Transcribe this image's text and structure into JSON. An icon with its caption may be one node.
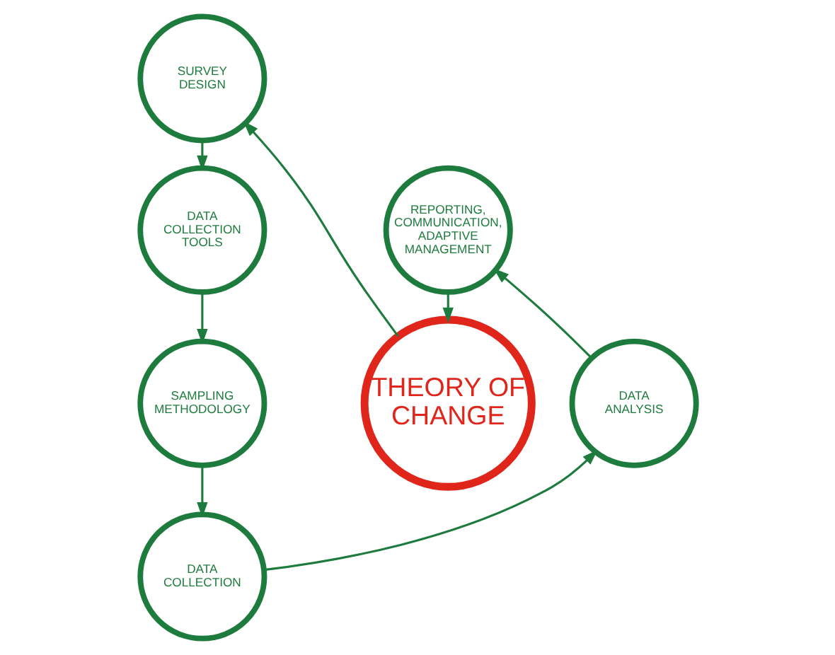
{
  "diagram": {
    "nodes": [
      {
        "text": [
          "SURVEY DESIGN"
        ]
      },
      {
        "text": [
          "REPORTING, COMMUNICATION, ADAPTIVE MANAGEMENT"
        ]
      },
      {
        "text": [
          "DATA COLLECTION TOOLS"
        ]
      },
      {
        "text": [
          "THEORY OF CHANGE"
        ]
      },
      {
        "text": [
          "DATA ANALYSIS"
        ]
      },
      {
        "text": [
          "SAMPLING METHODOLOGY"
        ]
      },
      {
        "text": [
          "DATA COLLECTION"
        ]
      }
    ],
    "edges": [
      {
        "from": 3,
        "to": 0,
        "arrow": "to"
      },
      {
        "from": 0,
        "to": 2,
        "arrow": "to"
      },
      {
        "from": 2,
        "to": 5,
        "arrow": "to"
      },
      {
        "from": 5,
        "to": 6,
        "arrow": "to"
      },
      {
        "from": 6,
        "to": 4,
        "arrow": "to"
      },
      {
        "from": 4,
        "to": 1,
        "arrow": "to"
      },
      {
        "from": 1,
        "to": 3,
        "arrow": "to"
      }
    ]
  }
}
